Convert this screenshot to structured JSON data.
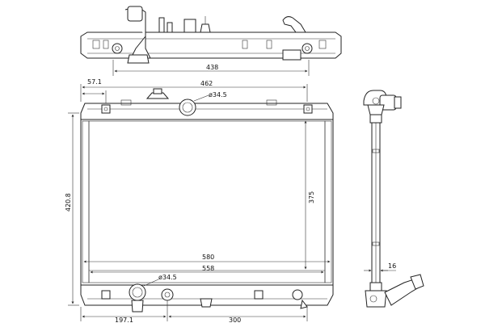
{
  "dimensions": {
    "top_length": "438",
    "overall_width": "462",
    "left_offset": "57.1",
    "inlet_diameter": "ø34.5",
    "core_height": "375",
    "overall_height": "420.8",
    "core_width": "580",
    "inner_width": "558",
    "outlet_diameter": "ø34.5",
    "bottom_offset": "197.1",
    "bottom_length": "300",
    "core_thickness": "16"
  }
}
